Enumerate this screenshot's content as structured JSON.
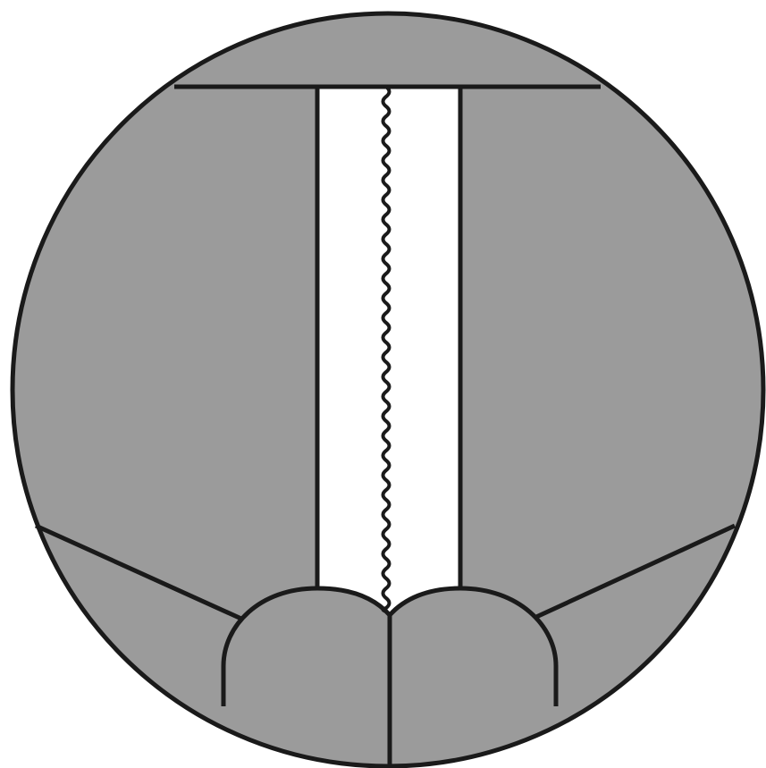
{
  "colors": {
    "background": "#ffffff",
    "fill": "#9b9b9b",
    "strip": "#ffffff",
    "stroke": "#1a1a1a"
  },
  "shapes": [
    "circle-outline",
    "top-band",
    "left-panel",
    "right-panel",
    "center-strip",
    "wavy-seam-line",
    "left-lobe",
    "right-lobe",
    "left-diagonal-flap",
    "right-diagonal-flap",
    "bottom-center-line"
  ]
}
